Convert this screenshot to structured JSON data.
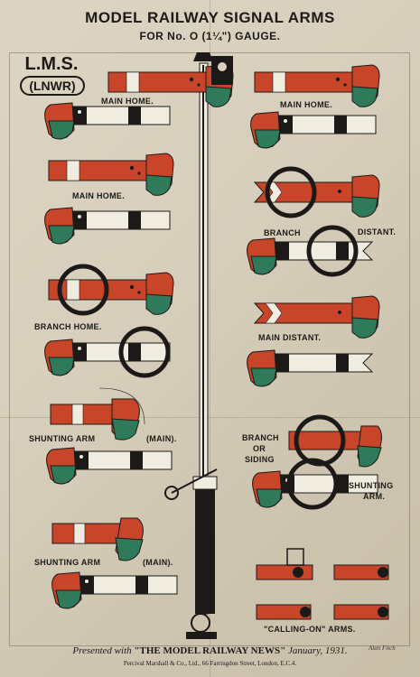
{
  "title": "MODEL RAILWAY SIGNAL ARMS",
  "subtitle": "FOR No. O (1¼\") GAUGE.",
  "company": "L.M.S.",
  "company_sub": "(LNWR)",
  "labels": {
    "main_home_1": "MAIN HOME.",
    "main_home_2": "MAIN HOME.",
    "main_home_3": "MAIN HOME.",
    "branch_home": "BRANCH HOME.",
    "branch": "BRANCH",
    "distant": "DISTANT.",
    "main_distant": "MAIN DISTANT.",
    "shunting_arm_1": "SHUNTING ARM",
    "main_1": "(MAIN).",
    "branch_or": "BRANCH",
    "or": "OR",
    "siding": "SIDING",
    "shunting": "SHUNTING",
    "arm": "ARM.",
    "shunting_arm_2": "SHUNTING ARM",
    "main_2": "(MAIN).",
    "calling_on": "\"CALLING-ON\" ARMS."
  },
  "footer": {
    "presented": "Presented with",
    "publication": "\"THE MODEL RAILWAY NEWS\"",
    "date": "January, 1931.",
    "publisher": "Percival Marshall & Co., Ltd., 66 Farringdon Street, London, E.C.4."
  },
  "signature": "Alan Fitch",
  "colors": {
    "red": "#c8452a",
    "green": "#2f7a5a",
    "black": "#1c1a18",
    "white": "#f1ece0",
    "paper": "#d8d0bd"
  }
}
